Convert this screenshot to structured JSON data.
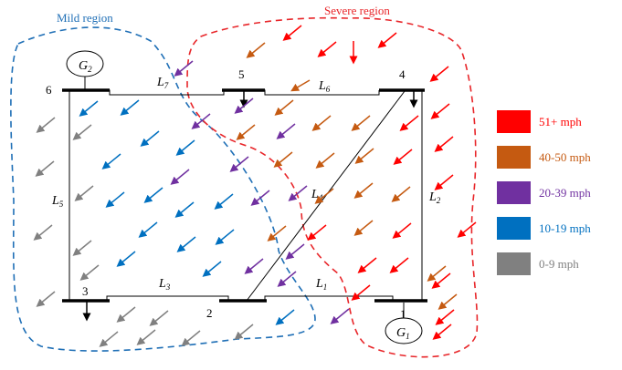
{
  "regions": {
    "mild": {
      "label": "Mild region",
      "color": "#1f6fb6"
    },
    "severe": {
      "label": "Severe region",
      "color": "#e8262a"
    }
  },
  "buses": [
    "1",
    "2",
    "3",
    "4",
    "5",
    "6"
  ],
  "lines": [
    {
      "base": "L",
      "sub": "1"
    },
    {
      "base": "L",
      "sub": "2"
    },
    {
      "base": "L",
      "sub": "3"
    },
    {
      "base": "L",
      "sub": "4"
    },
    {
      "base": "L",
      "sub": "5"
    },
    {
      "base": "L",
      "sub": "6"
    },
    {
      "base": "L",
      "sub": "7"
    }
  ],
  "generators": [
    {
      "base": "G",
      "sub": "1"
    },
    {
      "base": "G",
      "sub": "2"
    }
  ],
  "legend": [
    {
      "label": "51+ mph",
      "color": "#ff0000"
    },
    {
      "label": "40-50 mph",
      "color": "#c55a11"
    },
    {
      "label": "20-39 mph",
      "color": "#7030a0"
    },
    {
      "label": "10-19 mph",
      "color": "#0070c0"
    },
    {
      "label": "0-9 mph",
      "color": "#808080"
    }
  ],
  "wind_arrow_icon": "diagonal-arrow-icon"
}
